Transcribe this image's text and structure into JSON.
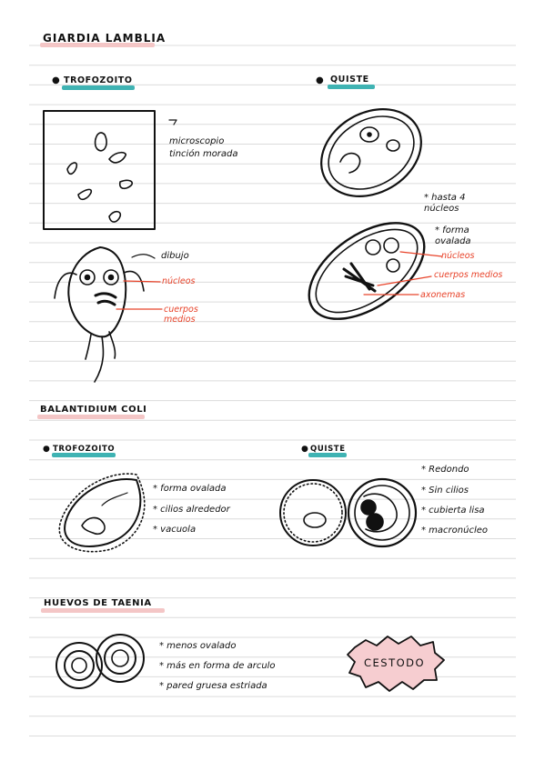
{
  "colors": {
    "accent_pink": "#f4c6c6",
    "accent_teal": "#3fb3b3",
    "annotation_red": "#e8432a",
    "stamp_fill": "#f6cdd0",
    "rule_line": "#dcdcdc"
  },
  "giardia": {
    "title": "GIARDIA LAMBLIA",
    "trofozoito": {
      "heading": "TROFOZOITO",
      "microscope_note": "microscopio tinción morada",
      "drawing_label": "dibujo",
      "labels": [
        "núcleos",
        "cuerpos medios"
      ]
    },
    "quiste": {
      "heading": "QUISTE",
      "notes": [
        "* hasta 4 núcleos",
        "* forma ovalada"
      ],
      "labels": [
        "núcleos",
        "cuerpos medios",
        "axonemas"
      ]
    }
  },
  "balantidium": {
    "title": "BALANTIDIUM COLI",
    "trofozoito": {
      "heading": "TROFOZOITO",
      "notes": [
        "* forma ovalada",
        "* cilios alrededor",
        "* vacuola"
      ]
    },
    "quiste": {
      "heading": "QUISTE",
      "notes": [
        "* Redondo",
        "* Sin cilios",
        "* cubierta lisa",
        "* macronúcleo"
      ]
    }
  },
  "taenia": {
    "title": "HUEVOS DE TAENIA",
    "notes": [
      "* menos ovalado",
      "* más en forma de arculo",
      "* pared gruesa estriada"
    ],
    "stamp": "CESTODO"
  }
}
